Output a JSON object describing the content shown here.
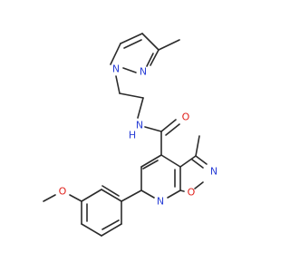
{
  "molecule": {
    "atoms": {
      "n_amide": "N",
      "h_amide": "H",
      "o_carbonyl": "O",
      "n_pyrazole_1": "N",
      "n_pyrazole_2": "N",
      "n_oxazole": "N",
      "o_oxazole": "O",
      "n_pyridine": "N",
      "o_methoxy": "O"
    },
    "colors": {
      "nitrogen": "#2a3fd6",
      "oxygen": "#e0201b",
      "carbon_bond": "#2b2b2b"
    }
  }
}
